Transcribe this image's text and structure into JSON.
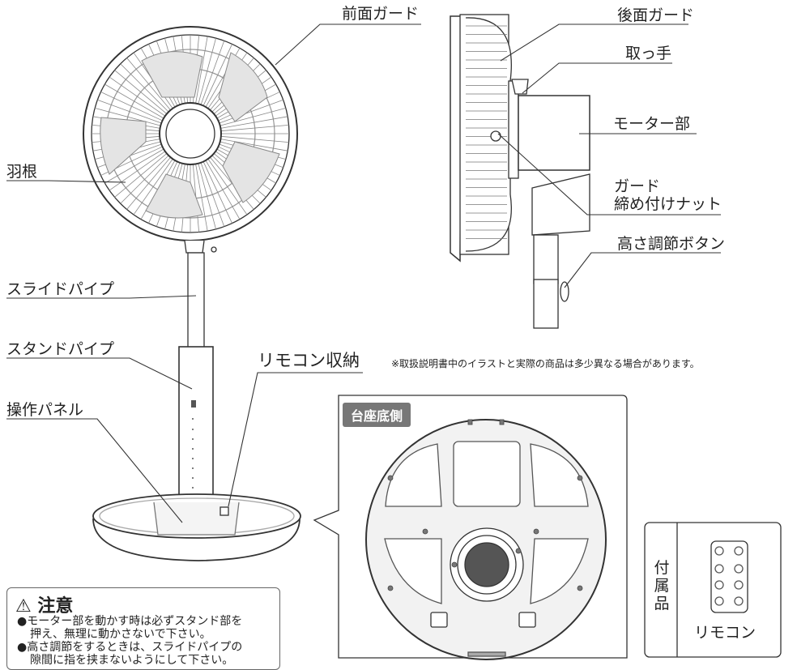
{
  "labels": {
    "front_guard": "前面ガード",
    "rear_guard": "後面ガード",
    "handle": "取っ手",
    "motor": "モーター部",
    "guard_nut_1": "ガード",
    "guard_nut_2": "締め付けナット",
    "blade": "羽根",
    "height_button": "高さ調節ボタン",
    "slide_pipe": "スライドパイプ",
    "stand_pipe": "スタンドパイプ",
    "remote_storage": "リモコン収納",
    "control_panel": "操作パネル"
  },
  "note": "※取扱説明書中のイラストと実際の商品は多少異なる場合があります。",
  "base_bottom": {
    "tag": "台座底側"
  },
  "caution": {
    "icon": "warning-triangle-icon",
    "title": "注意",
    "lines": [
      "●モーター部を動かす時は必ずスタンド部を",
      "押え、無理に動かさないで下さい。",
      "●高さ調節をするときは、スライドパイプの",
      "隙間に指を挟まないようにして下さい。"
    ]
  },
  "accessory": {
    "vertical": [
      "付",
      "属",
      "品"
    ],
    "name": "リモコン"
  }
}
